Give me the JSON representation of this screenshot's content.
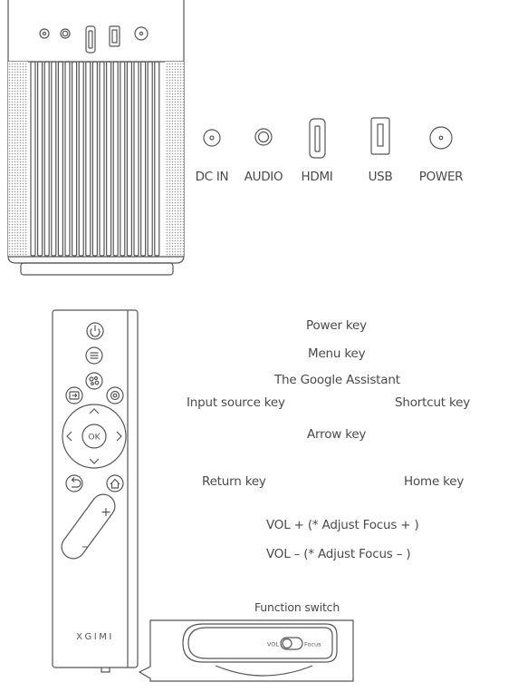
{
  "ports": [
    {
      "label": "DC IN",
      "icon": "dc-in-port-icon"
    },
    {
      "label": "AUDIO",
      "icon": "audio-port-icon"
    },
    {
      "label": "HDMI",
      "icon": "hdmi-port-icon"
    },
    {
      "label": "USB",
      "icon": "usb-port-icon"
    },
    {
      "label": "POWER",
      "icon": "power-button-icon"
    }
  ],
  "remote_labels": {
    "power": "Power key",
    "menu": "Menu key",
    "assistant": "The Google Assistant",
    "input_source": "Input source key",
    "shortcut": "Shortcut key",
    "arrow": "Arrow key",
    "return": "Return key",
    "home": "Home key",
    "vol_up": "VOL + (* Adjust Focus + )",
    "vol_down": "VOL – (* Adjust Focus – )",
    "function_switch": "Function switch"
  },
  "remote": {
    "brand": "XGIMI",
    "ok": "OK",
    "plus": "+",
    "minus": "–"
  },
  "switch": {
    "vol": "VOL",
    "focus": "Focus"
  },
  "colors": {
    "line": "#555555",
    "text": "#4a4a4a"
  }
}
